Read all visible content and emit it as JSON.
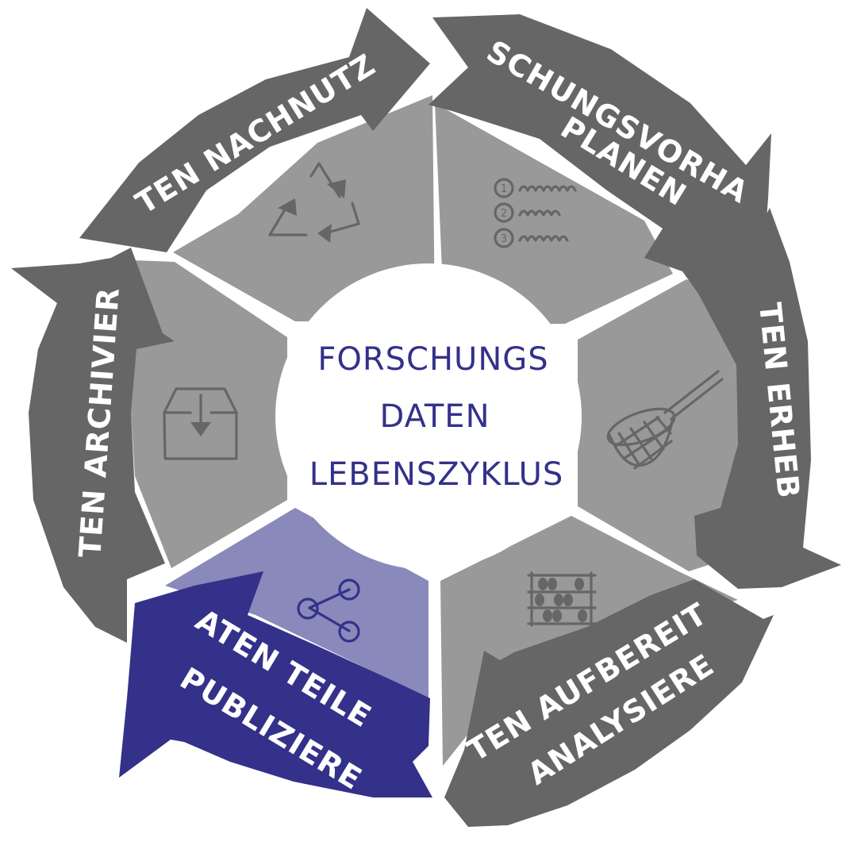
{
  "center": {
    "lines": [
      "FORSCHUNGS",
      "DATEN",
      "LEBENSZYKLUS"
    ]
  },
  "stages": [
    {
      "id": "planen",
      "lines": [
        "FORSCHUNGSVORHABEN",
        "PLANEN"
      ],
      "icon": "numbered-list-icon"
    },
    {
      "id": "erheben",
      "lines": [
        "DATEN ERHEBEN"
      ],
      "icon": "landing-net-icon"
    },
    {
      "id": "aufbereiten",
      "lines": [
        "DATEN AUFBEREITEN",
        "& ANALYSIEREN"
      ],
      "icon": "abacus-icon"
    },
    {
      "id": "teilen",
      "lines": [
        "DATEN TEILEN",
        "& PUBLIZIEREN"
      ],
      "icon": "share-icon",
      "highlighted": true
    },
    {
      "id": "archivieren",
      "lines": [
        "DATEN ARCHIVIEREN"
      ],
      "icon": "archive-box-icon"
    },
    {
      "id": "nachnutzen",
      "lines": [
        "DATEN NACHNUTZEN"
      ],
      "icon": "recycle-icon"
    }
  ],
  "list_icon_numbers": [
    "1",
    "2",
    "3"
  ],
  "colors": {
    "arrow": "#666666",
    "segment": "#999999",
    "highlight_arrow": "#33318a",
    "highlight_segment": "#8a89bb",
    "center_text": "#33318a",
    "background": "#ffffff"
  }
}
